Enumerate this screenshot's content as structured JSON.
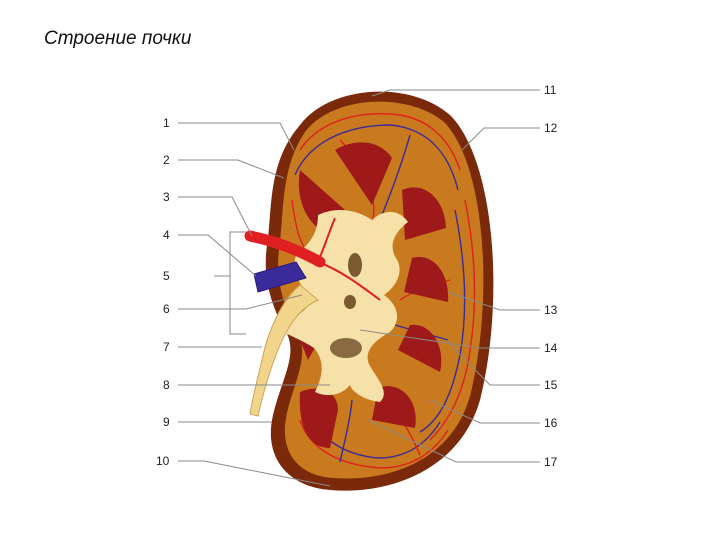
{
  "title": "Строение почки",
  "labels": {
    "l1": "1",
    "l2": "2",
    "l3": "3",
    "l4": "4",
    "l5": "5",
    "l6": "6",
    "l7": "7",
    "l8": "8",
    "l9": "9",
    "l10": "10",
    "l11": "11",
    "l12": "12",
    "l13": "13",
    "l14": "14",
    "l15": "15",
    "l16": "16",
    "l17": "17"
  },
  "colors": {
    "capsule": "#7a2a0a",
    "cortex": "#c97a1e",
    "pyramid": "#9e1a1a",
    "pelvis": "#f6e2a8",
    "artery": "#e02020",
    "vein": "#3a2a9a",
    "ureter": "#f0d58a"
  }
}
